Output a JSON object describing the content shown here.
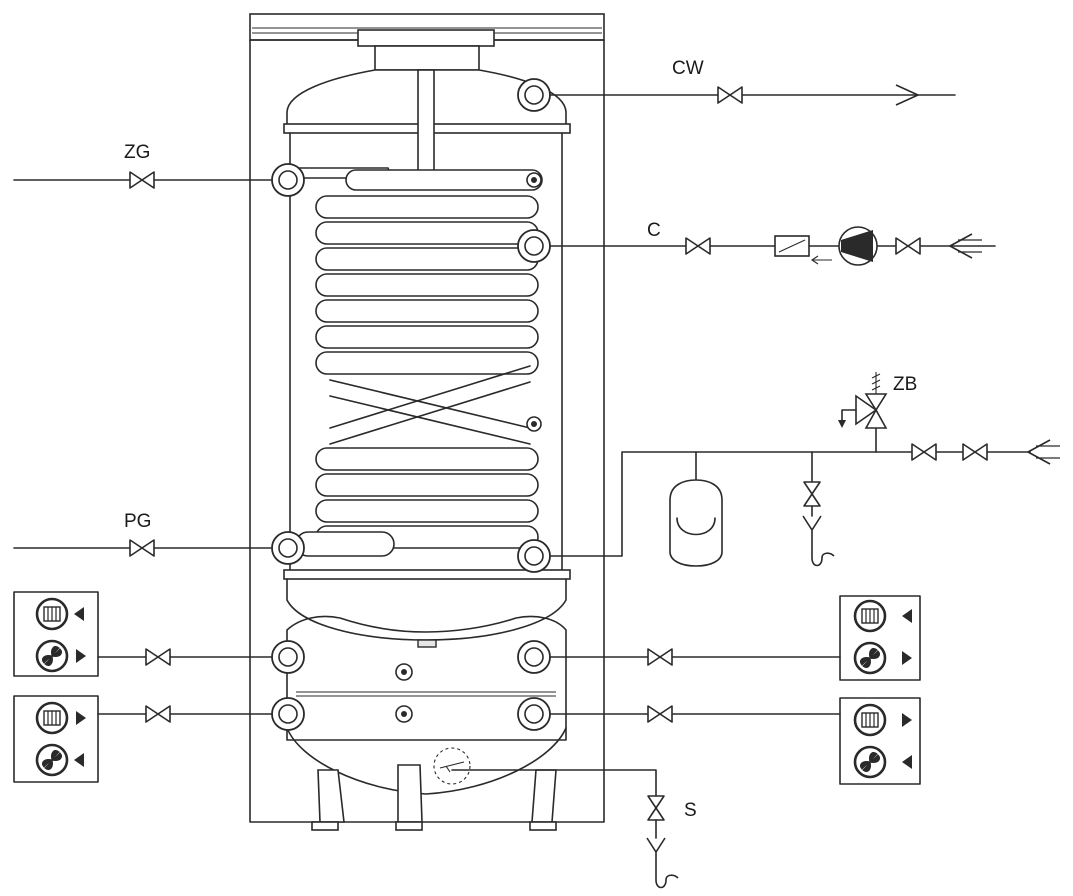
{
  "labels": {
    "cw": "CW",
    "zg": "ZG",
    "c": "C",
    "zb": "ZB",
    "pg": "PG",
    "s": "S"
  },
  "colors": {
    "line": "#2a2a2a",
    "background": "#ffffff"
  },
  "icons": {
    "heater_radiator": "radiator-icon",
    "heater_fan": "fan-icon",
    "flow_direction": "triangle-arrow-icon"
  }
}
